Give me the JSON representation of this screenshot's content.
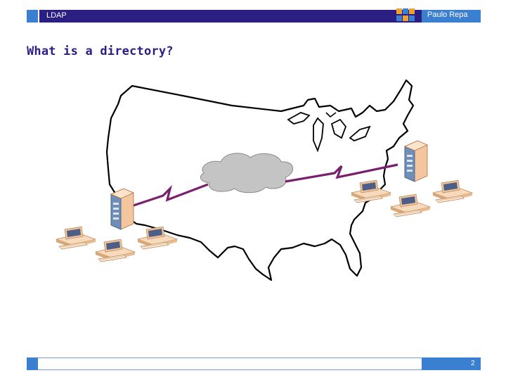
{
  "header": {
    "section_label": "LDAP",
    "author": "Paulo Repa"
  },
  "slide": {
    "title": "What is a directory?"
  },
  "footer": {
    "page_number": "2"
  },
  "colors": {
    "brand_dark": "#2b1f83",
    "brand_light": "#3a7fd0",
    "link_line": "#7a1f6e",
    "cloud": "#c4c4c4"
  },
  "icons": {
    "map": "us-map-outline",
    "cloud": "network-cloud-icon",
    "servers": "server-tower-icon",
    "workstations": "desktop-computer-icon",
    "links": "wan-link-zigzag"
  }
}
